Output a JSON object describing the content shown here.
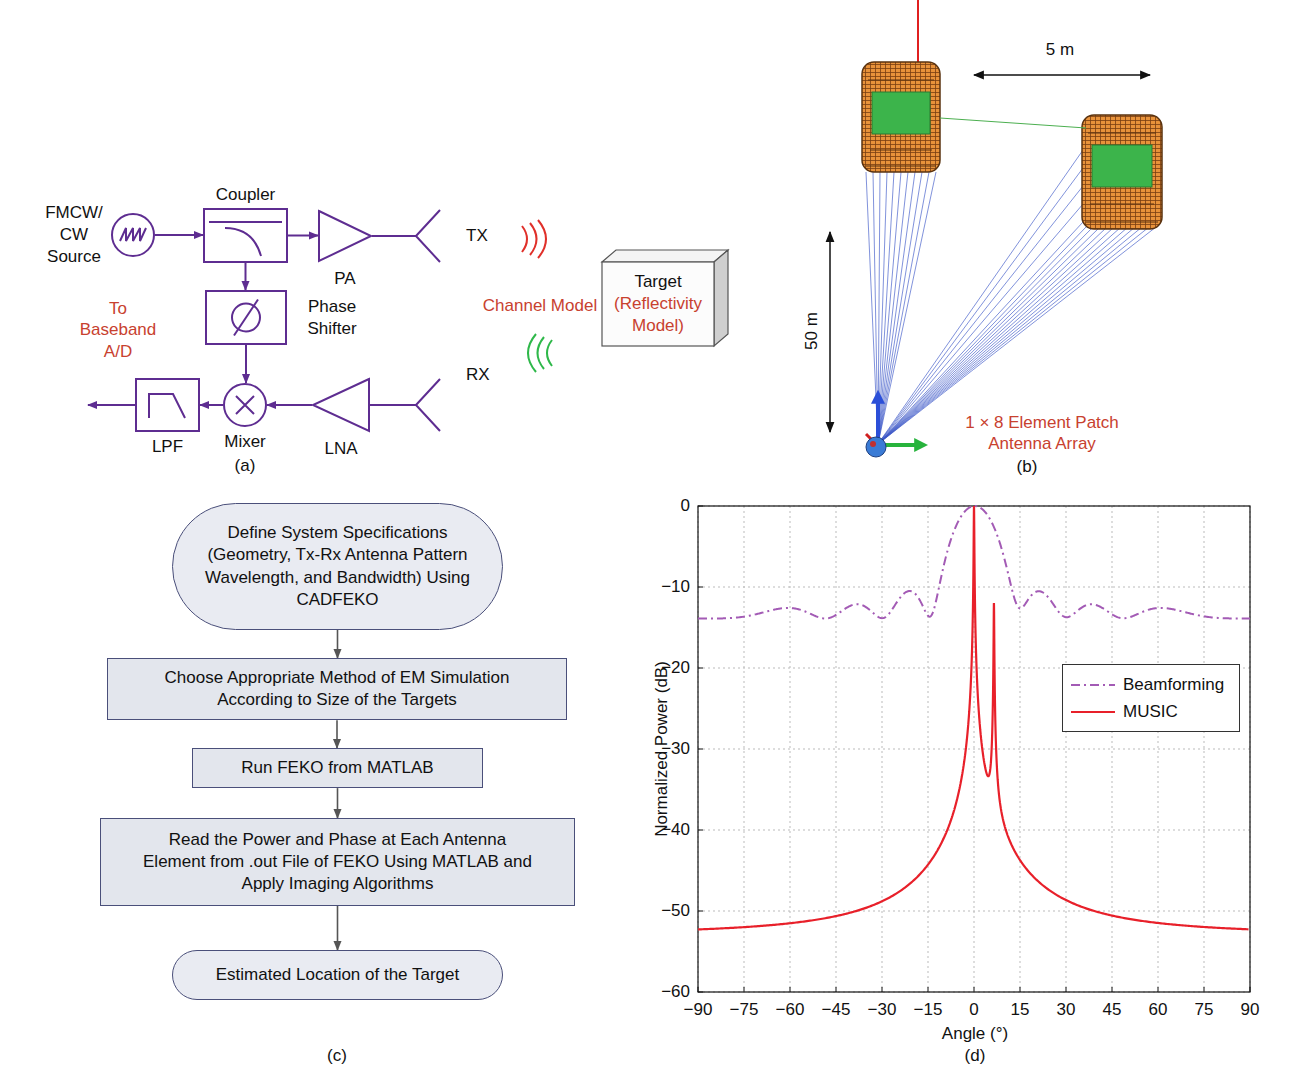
{
  "diagram": {
    "nodes": [
      {
        "text": [
          "FMCW/ CW Source"
        ]
      },
      {
        "text": [
          "Coupler"
        ]
      },
      {
        "text": [
          "PA"
        ]
      },
      {
        "text": [
          "TX"
        ]
      },
      {
        "text": [
          "Phase Shifter"
        ]
      },
      {
        "text": [
          "Mixer"
        ]
      },
      {
        "text": [
          "LNA"
        ]
      },
      {
        "text": [
          "RX"
        ]
      },
      {
        "text": [
          "LPF"
        ]
      },
      {
        "text": [
          "Target",
          "(Reflectivity Model)"
        ]
      },
      {
        "text": [
          "Define System Specifications (Geometry, Tx-Rx Antenna Pattern Wavelength, and Bandwidth) Using CADFEKO"
        ]
      },
      {
        "text": [
          "Choose Appropriate Method of EM Simulation According to Size of the Targets"
        ]
      },
      {
        "text": [
          "Run FEKO from MATLAB"
        ]
      },
      {
        "text": [
          "Read the Power and Phase at Each Antenna Element from .out File of FEKO Using MATLAB and Apply Imaging Algorithms"
        ]
      },
      {
        "text": [
          "Estimated Location of the Target"
        ]
      }
    ],
    "edges": [
      {
        "from": 0,
        "to": 1,
        "arrow": "to"
      },
      {
        "from": 1,
        "to": 2,
        "arrow": "to"
      },
      {
        "from": 2,
        "to": 3,
        "arrow": "none"
      },
      {
        "from": 1,
        "to": 4,
        "arrow": "to"
      },
      {
        "from": 4,
        "to": 5,
        "arrow": "to"
      },
      {
        "from": 7,
        "to": 6,
        "arrow": "none"
      },
      {
        "from": 6,
        "to": 5,
        "arrow": "to"
      },
      {
        "from": 5,
        "to": 8,
        "arrow": "to"
      },
      {
        "from": 10,
        "to": 11,
        "arrow": "to"
      },
      {
        "from": 11,
        "to": 12,
        "arrow": "to"
      },
      {
        "from": 12,
        "to": 13,
        "arrow": "to"
      },
      {
        "from": 13,
        "to": 14,
        "arrow": "to"
      }
    ],
    "labels": [
      "To Baseband A/D",
      "Channel Model",
      "(a)",
      "5 m",
      "50 m",
      "1 × 8 Element Patch Antenna Array",
      "(b)",
      "(c)",
      "0",
      "−10",
      "−20",
      "−30",
      "−40",
      "−50",
      "−60",
      "−90",
      "−75",
      "−60",
      "−45",
      "−30",
      "−15",
      "0",
      "15",
      "30",
      "45",
      "60",
      "75",
      "90",
      "Normalized Power (dB)",
      "Angle (°)",
      "(d)"
    ],
    "legend": [
      {
        "text": "Beamforming"
      },
      {
        "text": "MUSIC"
      }
    ]
  }
}
